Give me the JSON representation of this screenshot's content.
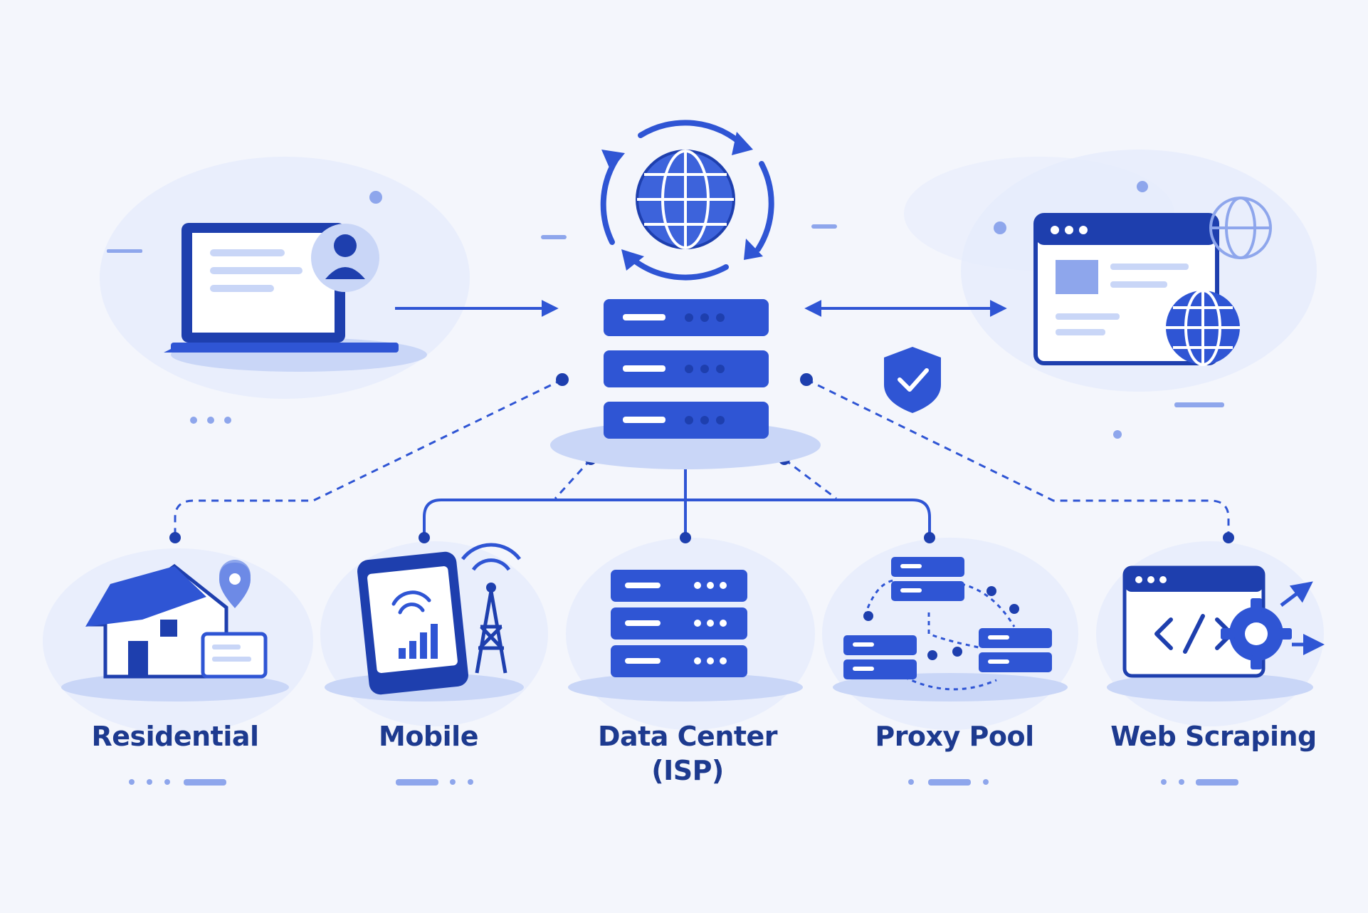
{
  "colors": {
    "primary": "#2f55d4",
    "dark": "#1e3fae",
    "navy": "#1d3a8f",
    "light": "#c9d6f7",
    "pale": "#e6ecfb",
    "background": "#f4f6fc"
  },
  "nodes": {
    "client": {
      "icon": "laptop-user-icon"
    },
    "proxy": {
      "icon": "rotating-globe-server-icon"
    },
    "target": {
      "icon": "website-globe-icon"
    },
    "security": {
      "icon": "shield-check-icon"
    },
    "residential": {
      "label": "Residential",
      "icon": "house-icon"
    },
    "mobile": {
      "label": "Mobile",
      "icon": "phone-tower-icon"
    },
    "datacenter": {
      "label_line1": "Data Center",
      "label_line2": "(ISP)",
      "icon": "server-rack-icon"
    },
    "proxy_pool": {
      "label": "Proxy Pool",
      "icon": "server-network-icon"
    },
    "web_scraping": {
      "label": "Web Scraping",
      "icon": "code-gear-icon"
    }
  }
}
